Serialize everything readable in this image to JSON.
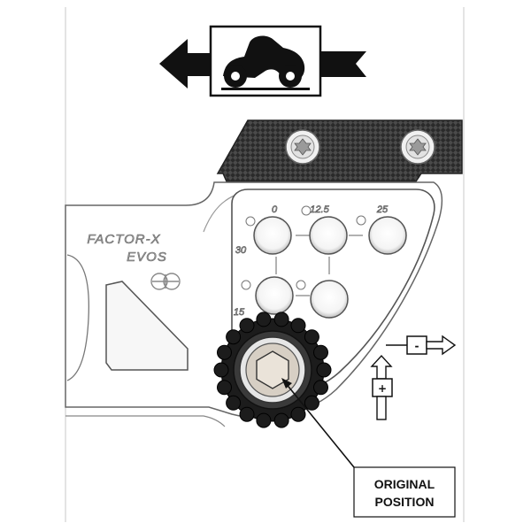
{
  "bracket": {
    "brand_line1": "FACTOR-X",
    "brand_line2": "EVOS"
  },
  "hole_labels": {
    "top_left": "0",
    "top_mid": "12.5",
    "top_right": "25",
    "left_side": "30",
    "bottom_left": "15"
  },
  "adjust_arrows": {
    "horizontal_sign": "-",
    "vertical_sign": "+"
  },
  "callout": {
    "line1": "ORIGINAL",
    "line2": "POSITION"
  },
  "icons": {
    "direction": "left-arrow-icon",
    "motorcycle": "motorcycle-icon",
    "logo": "factor-x-logo-icon"
  }
}
